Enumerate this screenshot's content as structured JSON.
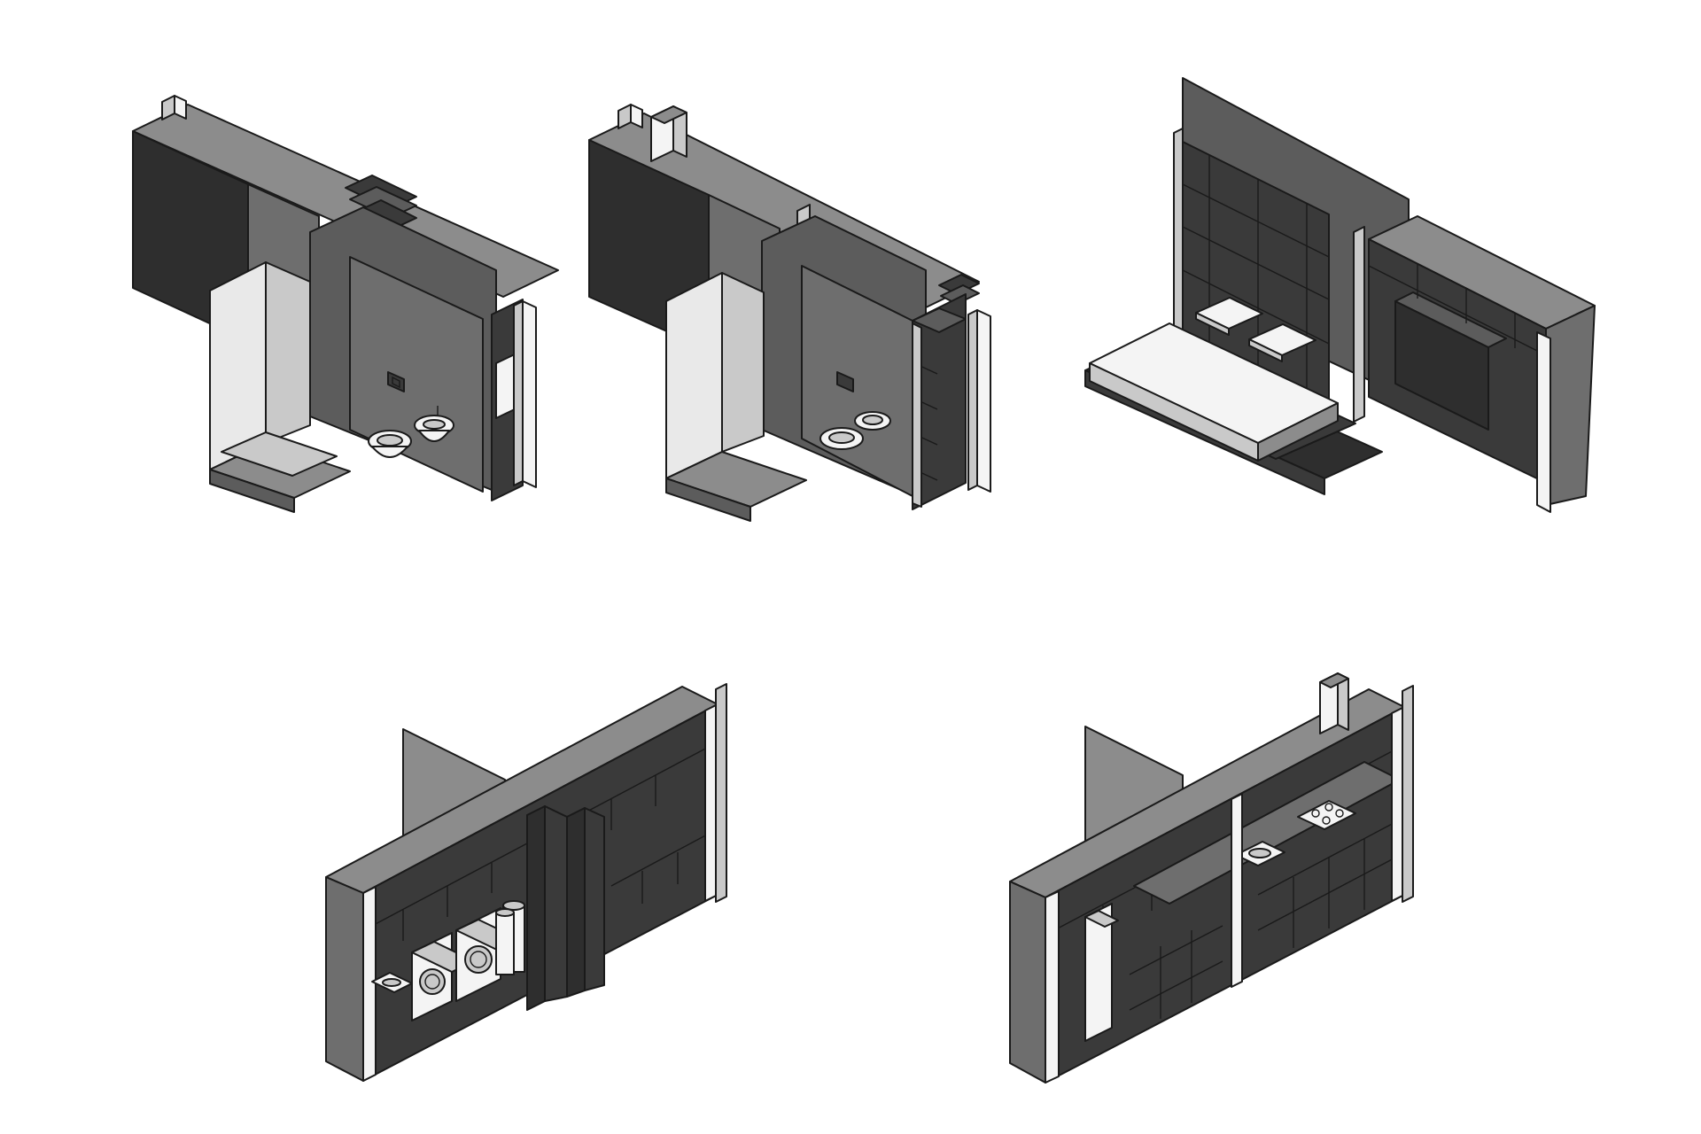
{
  "figure": {
    "background": "#ffffff",
    "ink": "#1a1a1a",
    "palette": {
      "darkest": "#2e2e2e",
      "dark": "#3a3a3a",
      "mid": "#5c5c5c",
      "light": "#8c8c8c",
      "pale": "#c9c9c9",
      "white": "#f4f4f4"
    }
  },
  "modules": [
    {
      "id": "bathroom-module-a",
      "icons": [
        "shower-enclosure",
        "toilet",
        "washbasin",
        "flush-plate",
        "column-pilaster"
      ]
    },
    {
      "id": "bathroom-module-b",
      "icons": [
        "shower-enclosure",
        "toilet",
        "washbasin",
        "flush-plate",
        "open-shelving",
        "chimney-duct"
      ]
    },
    {
      "id": "bedroom-module",
      "icons": [
        "double-bed",
        "pillows",
        "bookshelf-wall",
        "tv-niche",
        "column-pilaster"
      ]
    },
    {
      "id": "laundry-module",
      "icons": [
        "washing-machine",
        "dryer",
        "utility-sink",
        "cylinder-tanks",
        "sliding-panels",
        "cubby-shelving"
      ]
    },
    {
      "id": "kitchen-module",
      "icons": [
        "refrigerator",
        "kitchen-sink",
        "cooktop",
        "range-hood",
        "cubby-shelving"
      ]
    }
  ]
}
